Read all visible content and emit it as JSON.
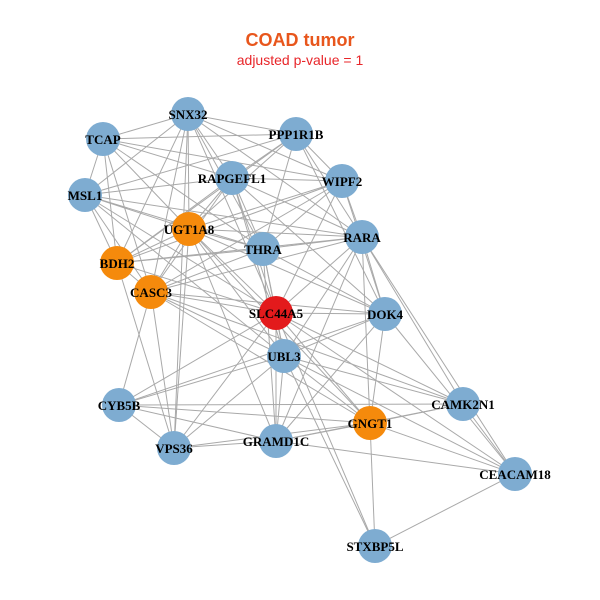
{
  "title": "COAD tumor",
  "subtitle": "adjusted p-value = 1",
  "colors": {
    "title": "#e8561c",
    "subtitle": "#e8262a",
    "edge": "#a9a9a9",
    "default": "#7eacd1",
    "orange": "#f58a0c",
    "red": "#e31a1c"
  },
  "nodes": [
    {
      "id": "TCAP",
      "label": "TCAP",
      "color": "default"
    },
    {
      "id": "SNX32",
      "label": "SNX32",
      "color": "default"
    },
    {
      "id": "PPP1R1B",
      "label": "PPP1R1B",
      "color": "default"
    },
    {
      "id": "MSL1",
      "label": "MSL1",
      "color": "default"
    },
    {
      "id": "RAPGEFL1",
      "label": "RAPGEFL1",
      "color": "default"
    },
    {
      "id": "WIPF2",
      "label": "WIPF2",
      "color": "default"
    },
    {
      "id": "UGT1A8",
      "label": "UGT1A8",
      "color": "orange"
    },
    {
      "id": "BDH2",
      "label": "BDH2",
      "color": "orange"
    },
    {
      "id": "THRA",
      "label": "THRA",
      "color": "default"
    },
    {
      "id": "RARA",
      "label": "RARA",
      "color": "default"
    },
    {
      "id": "CASC3",
      "label": "CASC3",
      "color": "orange"
    },
    {
      "id": "SLC44A5",
      "label": "SLC44A5",
      "color": "red"
    },
    {
      "id": "DOK4",
      "label": "DOK4",
      "color": "default"
    },
    {
      "id": "UBL3",
      "label": "UBL3",
      "color": "default"
    },
    {
      "id": "CYB5B",
      "label": "CYB5B",
      "color": "default"
    },
    {
      "id": "CAMK2N1",
      "label": "CAMK2N1",
      "color": "default"
    },
    {
      "id": "GNGT1",
      "label": "GNGT1",
      "color": "orange"
    },
    {
      "id": "VPS36",
      "label": "VPS36",
      "color": "default"
    },
    {
      "id": "GRAMD1C",
      "label": "GRAMD1C",
      "color": "default"
    },
    {
      "id": "CEACAM18",
      "label": "CEACAM18",
      "color": "default"
    },
    {
      "id": "STXBP5L",
      "label": "STXBP5L",
      "color": "default"
    }
  ],
  "edges": [
    [
      "TCAP",
      "SNX32"
    ],
    [
      "TCAP",
      "PPP1R1B"
    ],
    [
      "TCAP",
      "MSL1"
    ],
    [
      "TCAP",
      "RAPGEFL1"
    ],
    [
      "TCAP",
      "UGT1A8"
    ],
    [
      "TCAP",
      "BDH2"
    ],
    [
      "TCAP",
      "THRA"
    ],
    [
      "TCAP",
      "CASC3"
    ],
    [
      "TCAP",
      "WIPF2"
    ],
    [
      "SNX32",
      "PPP1R1B"
    ],
    [
      "SNX32",
      "MSL1"
    ],
    [
      "SNX32",
      "RAPGEFL1"
    ],
    [
      "SNX32",
      "UGT1A8"
    ],
    [
      "SNX32",
      "BDH2"
    ],
    [
      "SNX32",
      "THRA"
    ],
    [
      "SNX32",
      "RARA"
    ],
    [
      "SNX32",
      "WIPF2"
    ],
    [
      "SNX32",
      "CASC3"
    ],
    [
      "SNX32",
      "SLC44A5"
    ],
    [
      "SNX32",
      "VPS36"
    ],
    [
      "PPP1R1B",
      "MSL1"
    ],
    [
      "PPP1R1B",
      "RAPGEFL1"
    ],
    [
      "PPP1R1B",
      "WIPF2"
    ],
    [
      "PPP1R1B",
      "UGT1A8"
    ],
    [
      "PPP1R1B",
      "RARA"
    ],
    [
      "PPP1R1B",
      "THRA"
    ],
    [
      "PPP1R1B",
      "DOK4"
    ],
    [
      "PPP1R1B",
      "BDH2"
    ],
    [
      "MSL1",
      "RAPGEFL1"
    ],
    [
      "MSL1",
      "UGT1A8"
    ],
    [
      "MSL1",
      "BDH2"
    ],
    [
      "MSL1",
      "THRA"
    ],
    [
      "MSL1",
      "RARA"
    ],
    [
      "MSL1",
      "CASC3"
    ],
    [
      "MSL1",
      "SLC44A5"
    ],
    [
      "MSL1",
      "UBL3"
    ],
    [
      "RAPGEFL1",
      "WIPF2"
    ],
    [
      "RAPGEFL1",
      "UGT1A8"
    ],
    [
      "RAPGEFL1",
      "THRA"
    ],
    [
      "RAPGEFL1",
      "RARA"
    ],
    [
      "RAPGEFL1",
      "SLC44A5"
    ],
    [
      "RAPGEFL1",
      "DOK4"
    ],
    [
      "RAPGEFL1",
      "BDH2"
    ],
    [
      "RAPGEFL1",
      "CASC3"
    ],
    [
      "RAPGEFL1",
      "UBL3"
    ],
    [
      "WIPF2",
      "UGT1A8"
    ],
    [
      "WIPF2",
      "THRA"
    ],
    [
      "WIPF2",
      "RARA"
    ],
    [
      "WIPF2",
      "SLC44A5"
    ],
    [
      "WIPF2",
      "CASC3"
    ],
    [
      "WIPF2",
      "BDH2"
    ],
    [
      "WIPF2",
      "DOK4"
    ],
    [
      "UGT1A8",
      "BDH2"
    ],
    [
      "UGT1A8",
      "THRA"
    ],
    [
      "UGT1A8",
      "RARA"
    ],
    [
      "UGT1A8",
      "CASC3"
    ],
    [
      "UGT1A8",
      "SLC44A5"
    ],
    [
      "UGT1A8",
      "UBL3"
    ],
    [
      "UGT1A8",
      "GRAMD1C"
    ],
    [
      "UGT1A8",
      "DOK4"
    ],
    [
      "UGT1A8",
      "VPS36"
    ],
    [
      "UGT1A8",
      "GNGT1"
    ],
    [
      "BDH2",
      "THRA"
    ],
    [
      "BDH2",
      "CASC3"
    ],
    [
      "BDH2",
      "RARA"
    ],
    [
      "BDH2",
      "SLC44A5"
    ],
    [
      "BDH2",
      "VPS36"
    ],
    [
      "THRA",
      "RARA"
    ],
    [
      "THRA",
      "CASC3"
    ],
    [
      "THRA",
      "SLC44A5"
    ],
    [
      "THRA",
      "UBL3"
    ],
    [
      "THRA",
      "DOK4"
    ],
    [
      "THRA",
      "GRAMD1C"
    ],
    [
      "RARA",
      "SLC44A5"
    ],
    [
      "RARA",
      "CASC3"
    ],
    [
      "RARA",
      "DOK4"
    ],
    [
      "RARA",
      "UBL3"
    ],
    [
      "RARA",
      "GNGT1"
    ],
    [
      "RARA",
      "CAMK2N1"
    ],
    [
      "RARA",
      "CEACAM18"
    ],
    [
      "RARA",
      "GRAMD1C"
    ],
    [
      "CASC3",
      "SLC44A5"
    ],
    [
      "CASC3",
      "UBL3"
    ],
    [
      "CASC3",
      "DOK4"
    ],
    [
      "CASC3",
      "VPS36"
    ],
    [
      "CASC3",
      "GNGT1"
    ],
    [
      "CASC3",
      "CYB5B"
    ],
    [
      "CASC3",
      "CAMK2N1"
    ],
    [
      "SLC44A5",
      "DOK4"
    ],
    [
      "SLC44A5",
      "UBL3"
    ],
    [
      "SLC44A5",
      "GNGT1"
    ],
    [
      "SLC44A5",
      "GRAMD1C"
    ],
    [
      "SLC44A5",
      "CYB5B"
    ],
    [
      "SLC44A5",
      "CAMK2N1"
    ],
    [
      "SLC44A5",
      "CEACAM18"
    ],
    [
      "SLC44A5",
      "STXBP5L"
    ],
    [
      "SLC44A5",
      "VPS36"
    ],
    [
      "DOK4",
      "UBL3"
    ],
    [
      "DOK4",
      "GNGT1"
    ],
    [
      "DOK4",
      "GRAMD1C"
    ],
    [
      "DOK4",
      "CYB5B"
    ],
    [
      "DOK4",
      "CEACAM18"
    ],
    [
      "UBL3",
      "CYB5B"
    ],
    [
      "UBL3",
      "VPS36"
    ],
    [
      "UBL3",
      "GRAMD1C"
    ],
    [
      "UBL3",
      "GNGT1"
    ],
    [
      "UBL3",
      "CAMK2N1"
    ],
    [
      "UBL3",
      "CEACAM18"
    ],
    [
      "UBL3",
      "STXBP5L"
    ],
    [
      "CYB5B",
      "VPS36"
    ],
    [
      "CYB5B",
      "GRAMD1C"
    ],
    [
      "CYB5B",
      "CAMK2N1"
    ],
    [
      "CYB5B",
      "GNGT1"
    ],
    [
      "VPS36",
      "GRAMD1C"
    ],
    [
      "VPS36",
      "GNGT1"
    ],
    [
      "GRAMD1C",
      "GNGT1"
    ],
    [
      "GRAMD1C",
      "CAMK2N1"
    ],
    [
      "GRAMD1C",
      "CEACAM18"
    ],
    [
      "GNGT1",
      "CAMK2N1"
    ],
    [
      "GNGT1",
      "CEACAM18"
    ],
    [
      "GNGT1",
      "STXBP5L"
    ],
    [
      "CAMK2N1",
      "CEACAM18"
    ],
    [
      "CEACAM18",
      "STXBP5L"
    ]
  ]
}
